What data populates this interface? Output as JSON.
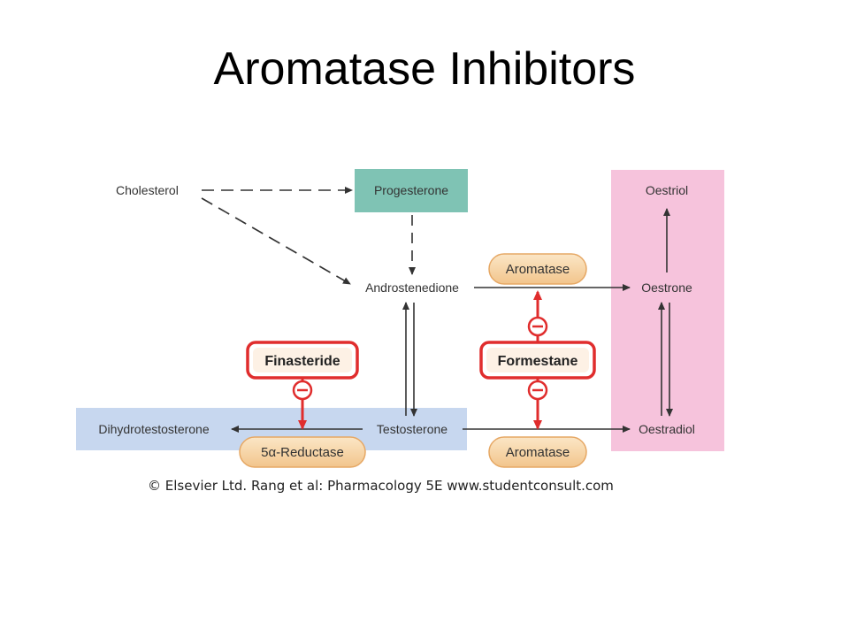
{
  "slide": {
    "title": "Aromatase Inhibitors"
  },
  "diagram": {
    "nodes": {
      "cholesterol": "Cholesterol",
      "progesterone": "Progesterone",
      "androstenedione": "Androstenedione",
      "testosterone": "Testosterone",
      "dihydrotestosterone": "Dihydrotestosterone",
      "oestriol": "Oestriol",
      "oestrone": "Oestrone",
      "oestradiol": "Oestradiol"
    },
    "enzymes": {
      "aromatase_top": "Aromatase",
      "aromatase_bottom": "Aromatase",
      "reductase": "5α-Reductase"
    },
    "inhibitors": {
      "finasteride": "Finasteride",
      "formestane": "Formestane"
    },
    "colors": {
      "progesterone_box": "#7fc3b4",
      "androgen_band": "#c7d7ef",
      "oestrogen_band": "#f6c3dc",
      "inhibitor_red": "#e02d2d",
      "enzyme_pill": "#f7d3a2"
    },
    "copyright": "© Elsevier Ltd. Rang et al: Pharmacology 5E www.studentconsult.com"
  }
}
